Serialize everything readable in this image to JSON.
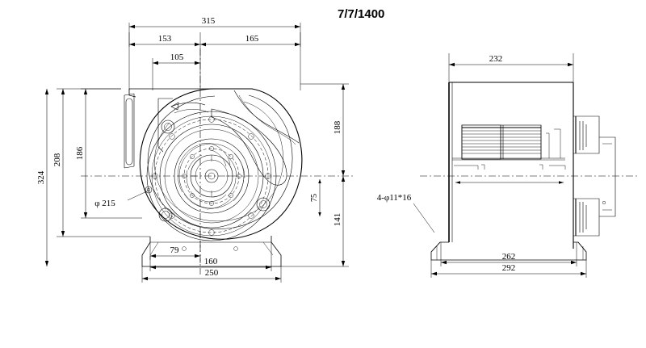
{
  "drawing": {
    "title": "7/7/1400",
    "subject": "centrifugal-blower-outline-drawing",
    "units": "mm"
  },
  "front_view": {
    "name": "front-elevation",
    "top_dimensions": [
      {
        "id": "overall-width",
        "value": "315"
      },
      {
        "id": "left-offset",
        "value": "153"
      },
      {
        "id": "right-offset",
        "value": "165"
      },
      {
        "id": "inner-offset",
        "value": "105"
      }
    ],
    "left_dimensions": [
      {
        "id": "overall-height",
        "value": "324"
      },
      {
        "id": "mid-height",
        "value": "208"
      },
      {
        "id": "upper-height",
        "value": "186"
      }
    ],
    "right_dimensions": [
      {
        "id": "axis-to-top",
        "value": "188"
      },
      {
        "id": "axis-to-base",
        "value": "141"
      },
      {
        "id": "foot-height",
        "value": "75"
      }
    ],
    "bottom_dimensions": [
      {
        "id": "foot-left",
        "value": "79"
      },
      {
        "id": "foot-centers",
        "value": "160"
      },
      {
        "id": "base-width",
        "value": "250"
      }
    ],
    "callouts": [
      {
        "id": "inlet-bore",
        "value": "φ 215"
      },
      {
        "id": "mounting-slots",
        "value": "4-φ11*16"
      }
    ]
  },
  "side_view": {
    "name": "side-elevation",
    "top_dimensions": [
      {
        "id": "housing-depth",
        "value": "232"
      }
    ],
    "bottom_dimensions": [
      {
        "id": "base-depth-inner",
        "value": "262"
      },
      {
        "id": "base-depth-outer",
        "value": "292"
      }
    ]
  },
  "colors": {
    "line": "#000000",
    "background": "#ffffff"
  }
}
